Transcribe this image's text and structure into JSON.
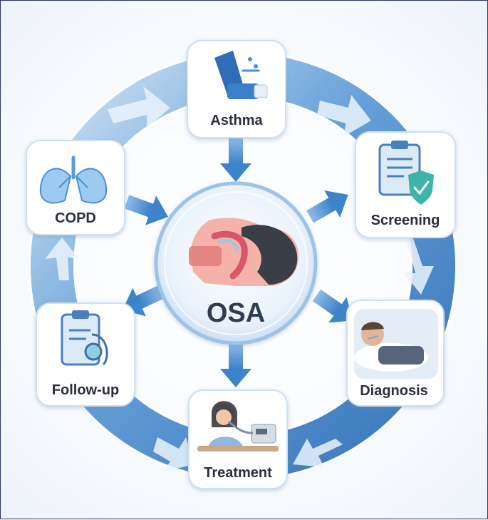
{
  "diagram": {
    "center": {
      "label": "OSA"
    },
    "nodes": {
      "asthma": {
        "label": "Asthma"
      },
      "screening": {
        "label": "Screening"
      },
      "diagnosis": {
        "label": "Diagnosis"
      },
      "treatment": {
        "label": "Treatment"
      },
      "followup": {
        "label": "Follow-up"
      },
      "copd": {
        "label": "COPD"
      }
    },
    "colors": {
      "ring_dark": "#3f82c4",
      "ring_light": "#d7e8f6",
      "arrow_blue": "#4a8fd3",
      "card_bg": "#ffffff",
      "text": "#2a2f3a"
    }
  }
}
